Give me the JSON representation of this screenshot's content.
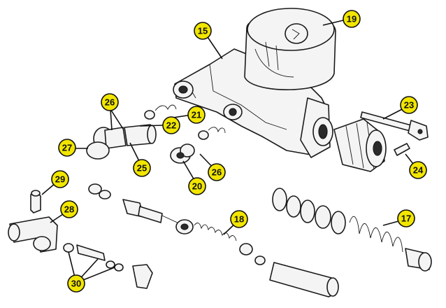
{
  "colors": {
    "callout_fill": "#f2e600",
    "ink": "#111111",
    "background": "#ffffff"
  },
  "callouts": [
    {
      "key": "c15",
      "label": "15"
    },
    {
      "key": "c19",
      "label": "19"
    },
    {
      "key": "c26a",
      "label": "26"
    },
    {
      "key": "c21",
      "label": "21"
    },
    {
      "key": "c22",
      "label": "22"
    },
    {
      "key": "c23",
      "label": "23"
    },
    {
      "key": "c27",
      "label": "27"
    },
    {
      "key": "c25",
      "label": "25"
    },
    {
      "key": "c26b",
      "label": "26"
    },
    {
      "key": "c24",
      "label": "24"
    },
    {
      "key": "c20",
      "label": "20"
    },
    {
      "key": "c29",
      "label": "29"
    },
    {
      "key": "c28",
      "label": "28"
    },
    {
      "key": "c18",
      "label": "18"
    },
    {
      "key": "c17",
      "label": "17"
    },
    {
      "key": "c30",
      "label": "30"
    }
  ]
}
